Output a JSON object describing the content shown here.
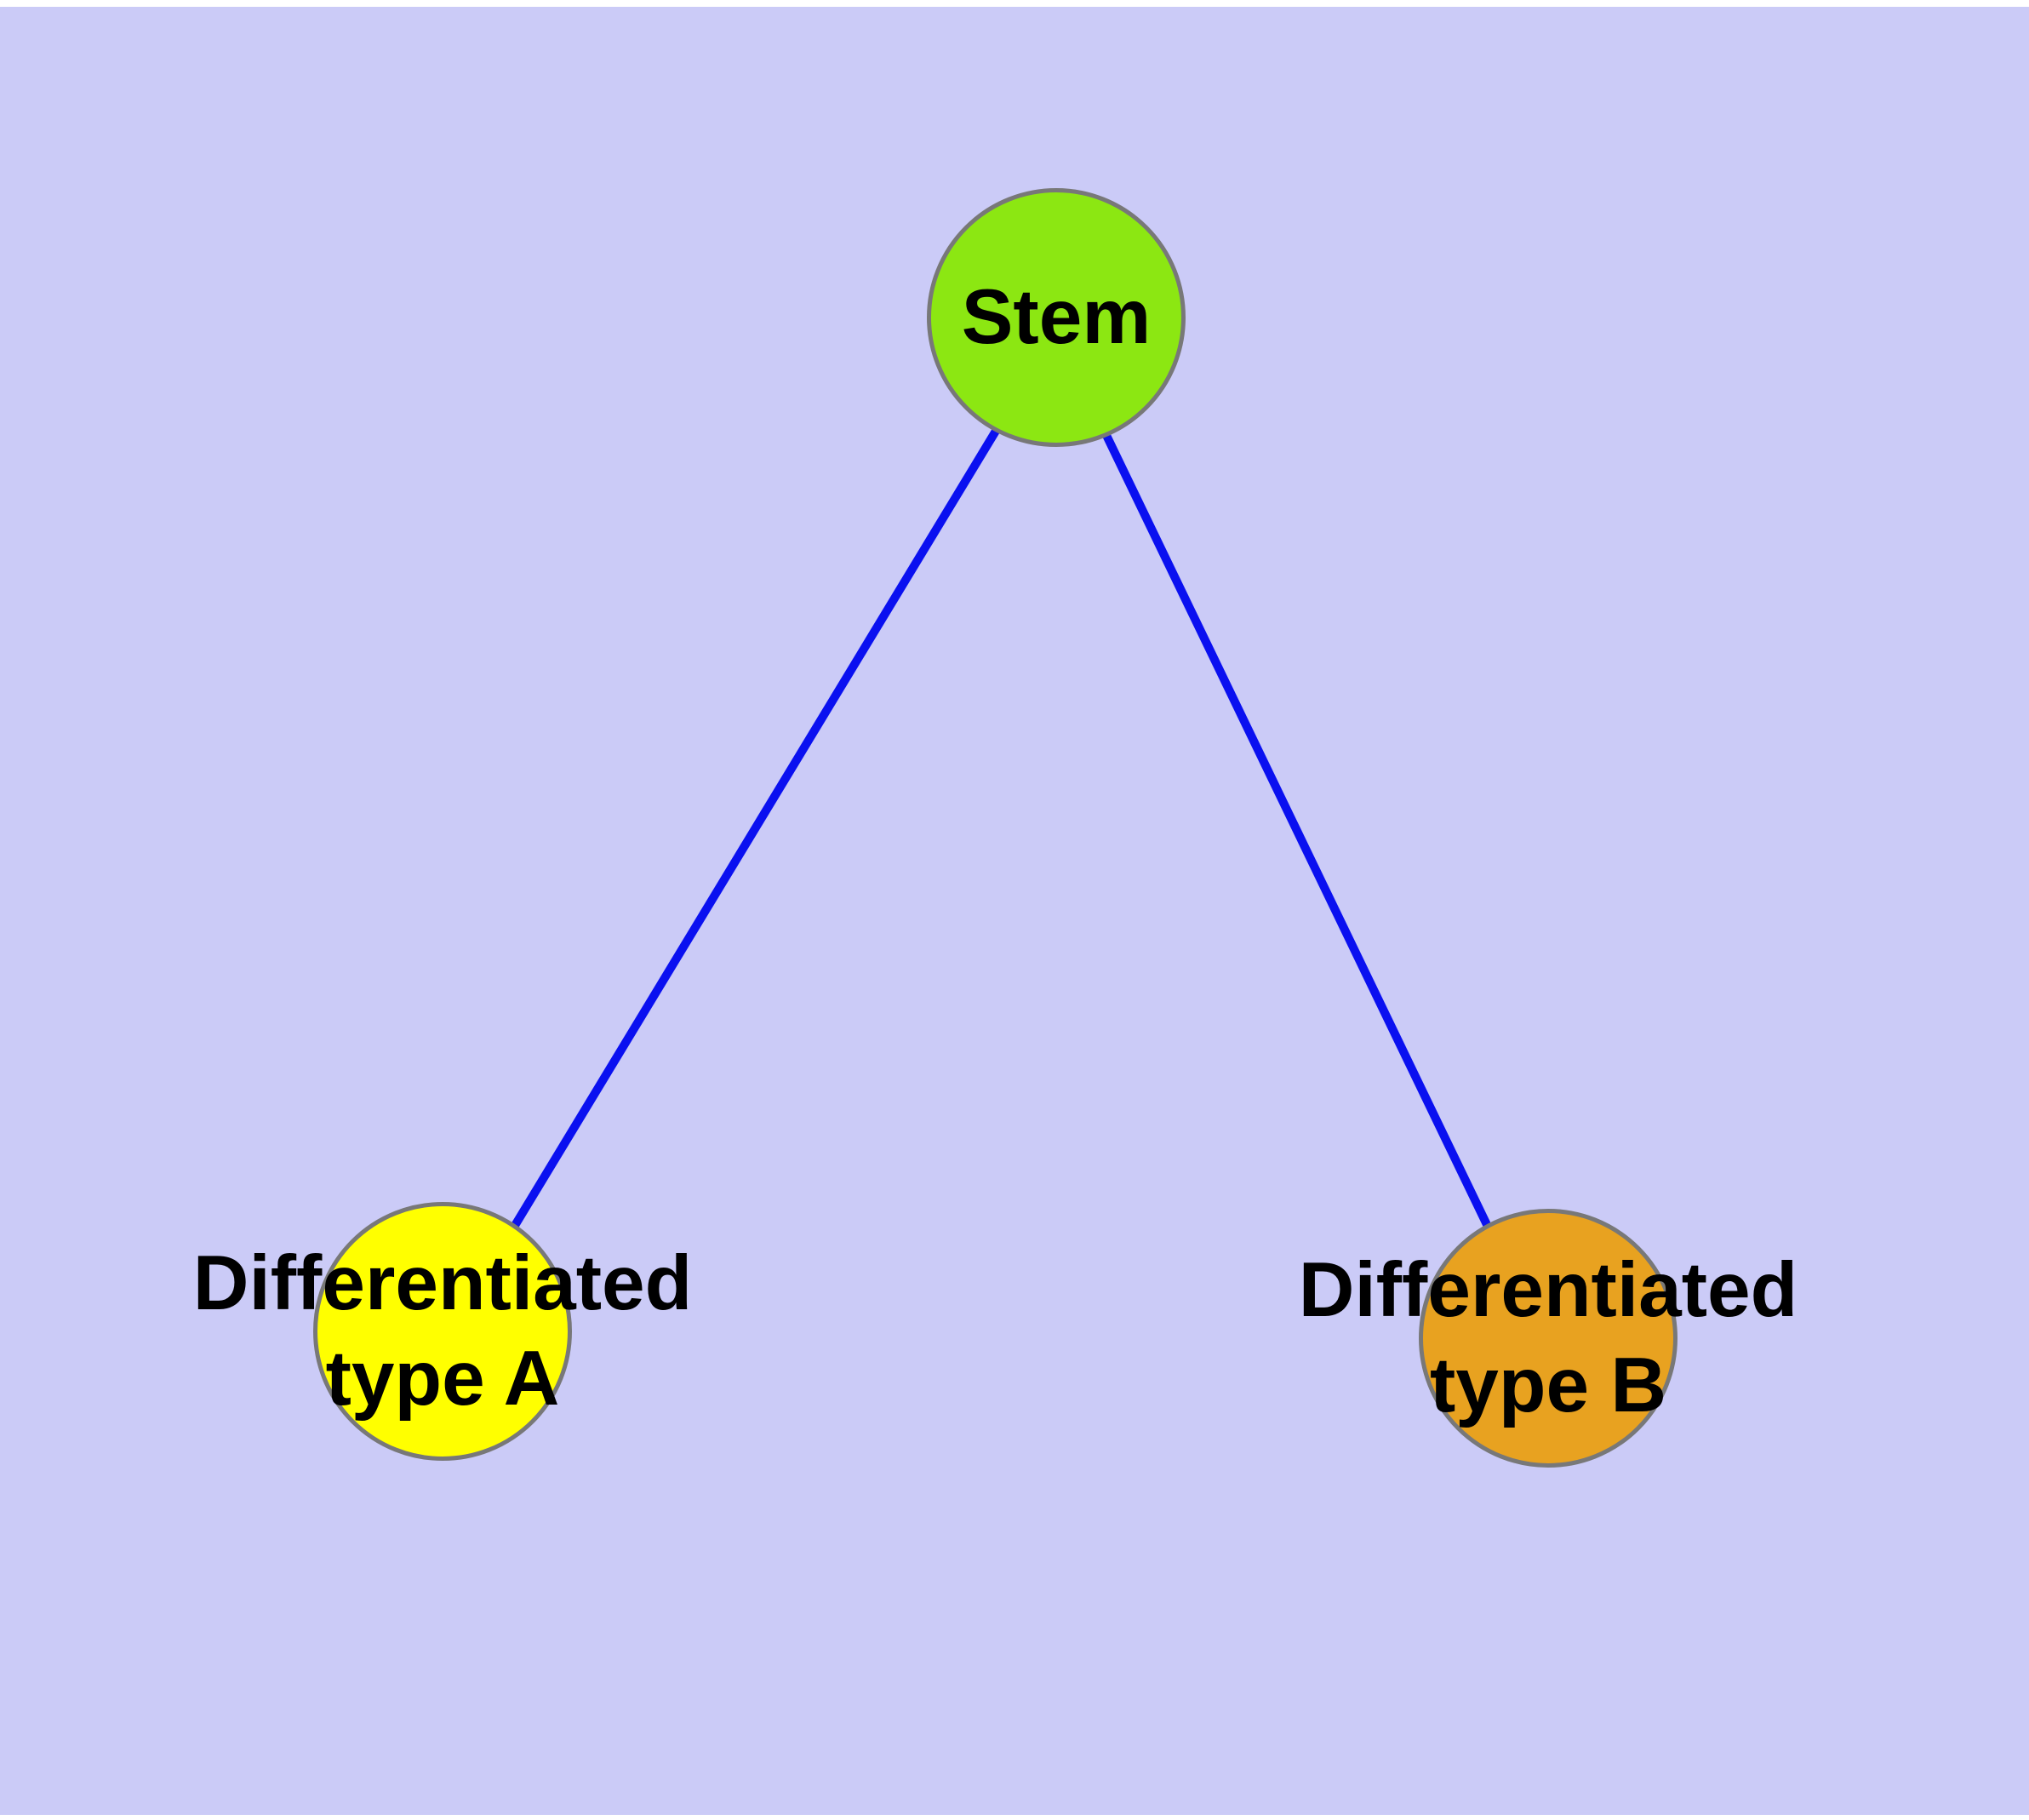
{
  "diagram": {
    "background_color": "#cbcbf7",
    "frame_color": "#ffffff",
    "edge_color": "#0a10f0",
    "node_border_color": "#787878",
    "label_color": "#000000",
    "nodes": [
      {
        "id": "stem",
        "label": "Stem",
        "fill": "#8ce712"
      },
      {
        "id": "type-a",
        "label": "Differentiated\ntype A",
        "fill": "#ffff00"
      },
      {
        "id": "type-b",
        "label": "Differentiated\ntype B",
        "fill": "#e8a220"
      }
    ],
    "edges": [
      {
        "from": "stem",
        "to": "type-a"
      },
      {
        "from": "stem",
        "to": "type-b"
      }
    ]
  }
}
